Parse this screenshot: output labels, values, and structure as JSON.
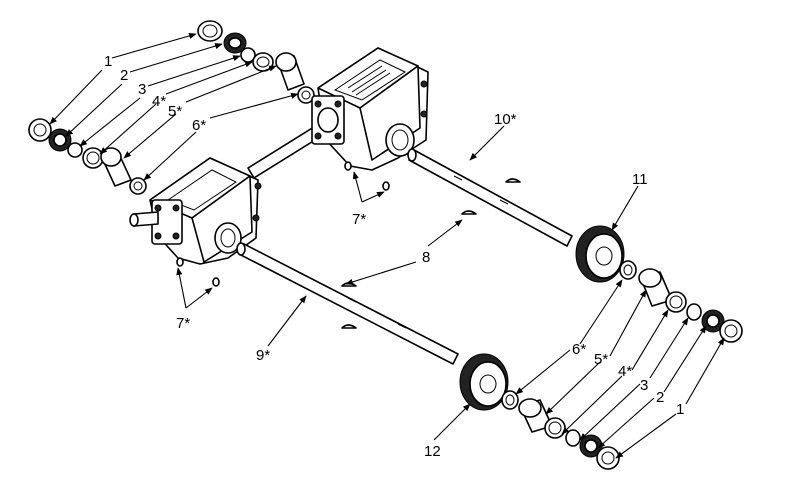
{
  "labels": {
    "l1a": "1",
    "l2a": "2",
    "l3a": "3",
    "l4a": "4*",
    "l5a": "5*",
    "l6a": "6*",
    "l10": "10*",
    "l11": "11",
    "l7a": "7*",
    "l7b": "7*",
    "l8": "8",
    "l9": "9*",
    "l6b": "6*",
    "l5b": "5*",
    "l4b": "4*",
    "l3b": "3",
    "l2b": "2",
    "l1b": "1",
    "l12": "12"
  }
}
